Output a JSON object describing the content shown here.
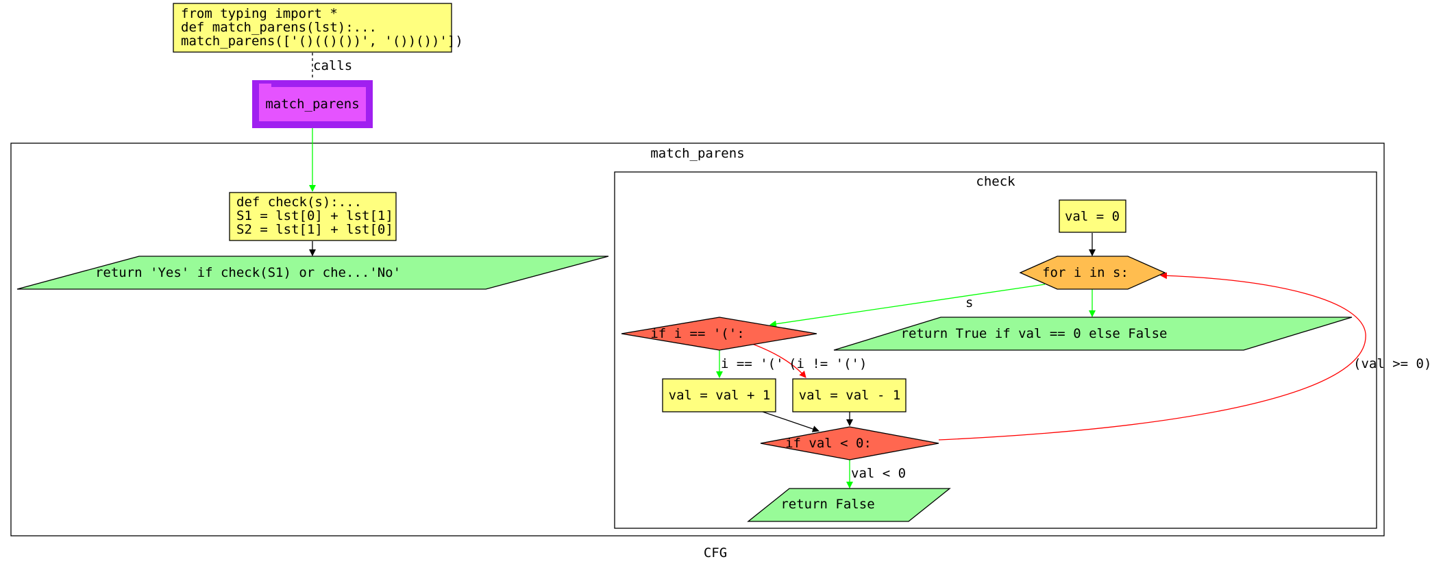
{
  "caller": {
    "lines": [
      "from typing import *",
      "def match_parens(lst):...",
      "match_parens(['()(()())', '())())'])"
    ],
    "edge_label": "calls"
  },
  "function_node": {
    "label": "match_parens"
  },
  "clusters": {
    "outer_label": "match_parens",
    "inner_label": "check"
  },
  "outer_nodes": {
    "def_block": [
      "def check(s):...",
      "S1 = lst[0] + lst[1]",
      "S2 = lst[1] + lst[0]"
    ],
    "return_stmt": "return 'Yes' if check(S1) or che...'No'"
  },
  "check_nodes": {
    "init": "val = 0",
    "loop": "for i in s:",
    "cond_paren": "if i == '(':",
    "return_true": "return True if val == 0 else False",
    "inc": "val = val + 1",
    "dec": "val = val - 1",
    "cond_neg": "if val < 0:",
    "return_false": "return False"
  },
  "edge_labels": {
    "loop_body": "s",
    "is_open": "i == '('",
    "not_open": "(i != '(')",
    "nonneg": "(val >= 0)",
    "neg": "val < 0"
  },
  "caption": "CFG",
  "colors": {
    "code_fill": "#ffff7f",
    "func_fill": "#e553ff",
    "func_border": "#a020f0",
    "return_fill": "#98fb98",
    "loop_fill": "#ffbd4f",
    "cond_fill": "#ff6750",
    "edge_true": "#00ff00",
    "edge_false": "#ff0000",
    "edge_plain": "#000000"
  }
}
